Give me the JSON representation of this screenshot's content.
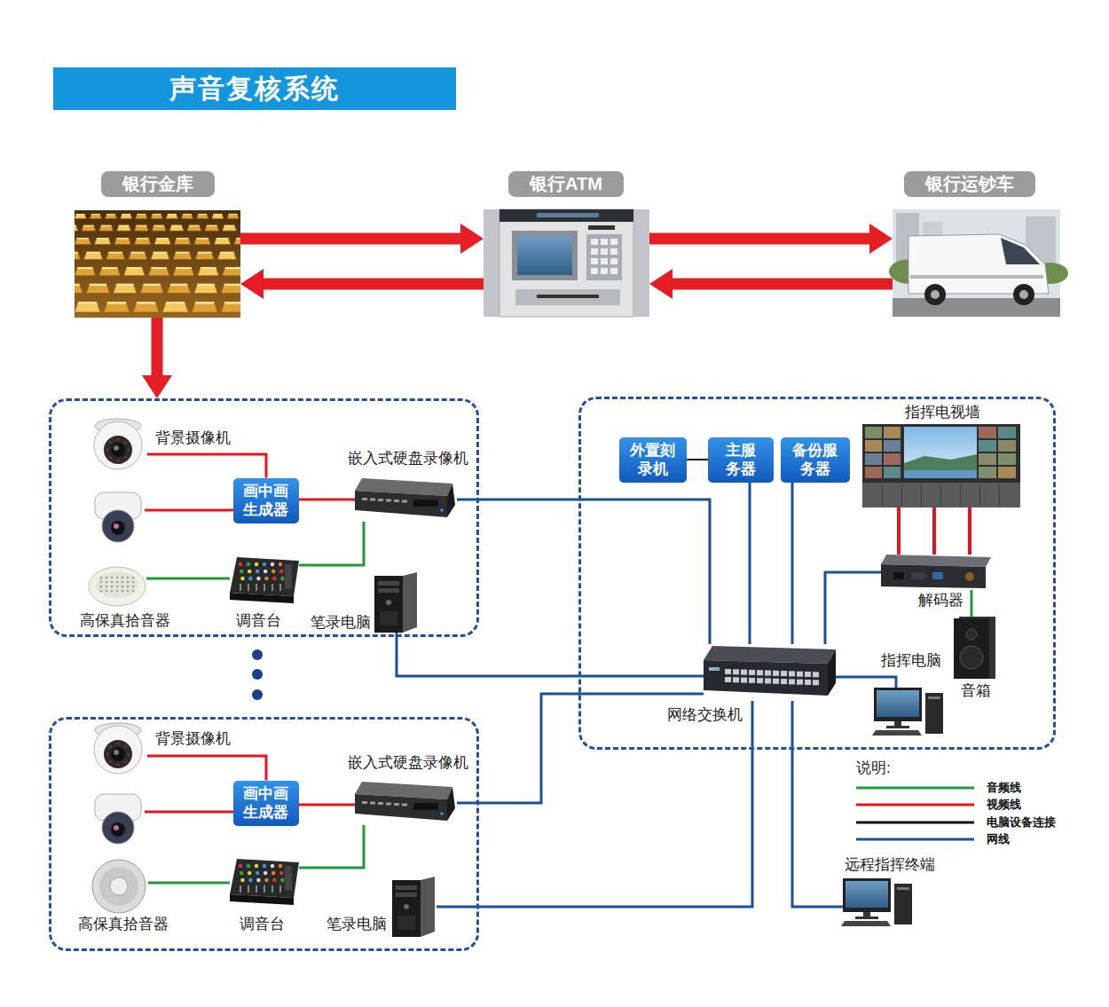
{
  "diagram": {
    "title": "声音复核系统",
    "nodes": [
      {
        "text": [
          "银行金库"
        ]
      },
      {
        "text": [
          "银行ATM"
        ]
      },
      {
        "text": [
          "银行运钞车"
        ]
      },
      {
        "text": []
      },
      {
        "text": [
          "背景摄像机"
        ],
        "in": 3
      },
      {
        "text": [
          "画中画 生成器"
        ],
        "in": 3
      },
      {
        "text": [
          "嵌入式硬盘录像机"
        ],
        "in": 3
      },
      {
        "text": [
          "高保真拾音器"
        ],
        "in": 3
      },
      {
        "text": [
          "调音台"
        ],
        "in": 3
      },
      {
        "text": [
          "笔录电脑"
        ],
        "in": 3
      },
      {
        "text": []
      },
      {
        "text": [
          "外置刻 录机"
        ],
        "in": 10
      },
      {
        "text": [
          "主服 务器"
        ],
        "in": 10
      },
      {
        "text": [
          "备份服 务器"
        ],
        "in": 10
      },
      {
        "text": [
          "指挥电视墙"
        ],
        "in": 10
      },
      {
        "text": [
          "解码器"
        ],
        "in": 10
      },
      {
        "text": [
          "音箱"
        ],
        "in": 10
      },
      {
        "text": [
          "网络交换机"
        ],
        "in": 10
      },
      {
        "text": [
          "指挥电脑"
        ],
        "in": 10
      },
      {
        "text": []
      },
      {
        "text": [
          "背景摄像机"
        ],
        "in": 19
      },
      {
        "text": [
          "画中画 生成器"
        ],
        "in": 19
      },
      {
        "text": [
          "嵌入式硬盘录像机"
        ],
        "in": 19
      },
      {
        "text": [
          "高保真拾音器"
        ],
        "in": 19
      },
      {
        "text": [
          "调音台"
        ],
        "in": 19
      },
      {
        "text": [
          "笔录电脑"
        ],
        "in": 19
      },
      {
        "text": [
          "远程指挥终端"
        ]
      }
    ],
    "edges": [
      {
        "from": 0,
        "to": 1,
        "arrow": "to"
      },
      {
        "from": 1,
        "to": 0,
        "arrow": "to"
      },
      {
        "from": 1,
        "to": 2,
        "arrow": "to"
      },
      {
        "from": 2,
        "to": 1,
        "arrow": "to"
      },
      {
        "from": 0,
        "to": 3,
        "arrow": "to"
      },
      {
        "from": 4,
        "to": 5,
        "arrow": "none"
      },
      {
        "from": 5,
        "to": 6,
        "arrow": "none"
      },
      {
        "from": 7,
        "to": 8,
        "arrow": "none"
      },
      {
        "from": 8,
        "to": 6,
        "arrow": "none"
      },
      {
        "from": 6,
        "to": 17,
        "arrow": "none"
      },
      {
        "from": 9,
        "to": 17,
        "arrow": "none"
      },
      {
        "from": 11,
        "to": 12,
        "arrow": "none"
      },
      {
        "from": 12,
        "to": 17,
        "arrow": "none"
      },
      {
        "from": 13,
        "to": 17,
        "arrow": "none"
      },
      {
        "from": 15,
        "to": 14,
        "arrow": "none"
      },
      {
        "from": 15,
        "to": 14,
        "arrow": "none"
      },
      {
        "from": 15,
        "to": 14,
        "arrow": "none"
      },
      {
        "from": 15,
        "to": 16,
        "arrow": "none"
      },
      {
        "from": 15,
        "to": 17,
        "arrow": "none"
      },
      {
        "from": 17,
        "to": 18,
        "arrow": "none"
      },
      {
        "from": 17,
        "to": 26,
        "arrow": "none"
      },
      {
        "from": 20,
        "to": 21,
        "arrow": "none"
      },
      {
        "from": 21,
        "to": 22,
        "arrow": "none"
      },
      {
        "from": 23,
        "to": 24,
        "arrow": "none"
      },
      {
        "from": 24,
        "to": 22,
        "arrow": "none"
      },
      {
        "from": 22,
        "to": 17,
        "arrow": "none"
      },
      {
        "from": 25,
        "to": 17,
        "arrow": "none"
      }
    ],
    "labels": [
      "说明:"
    ],
    "legend": [
      {
        "text": "音频线"
      },
      {
        "text": "视频线"
      },
      {
        "text": "电脑设备连接"
      },
      {
        "text": "网线"
      }
    ]
  }
}
